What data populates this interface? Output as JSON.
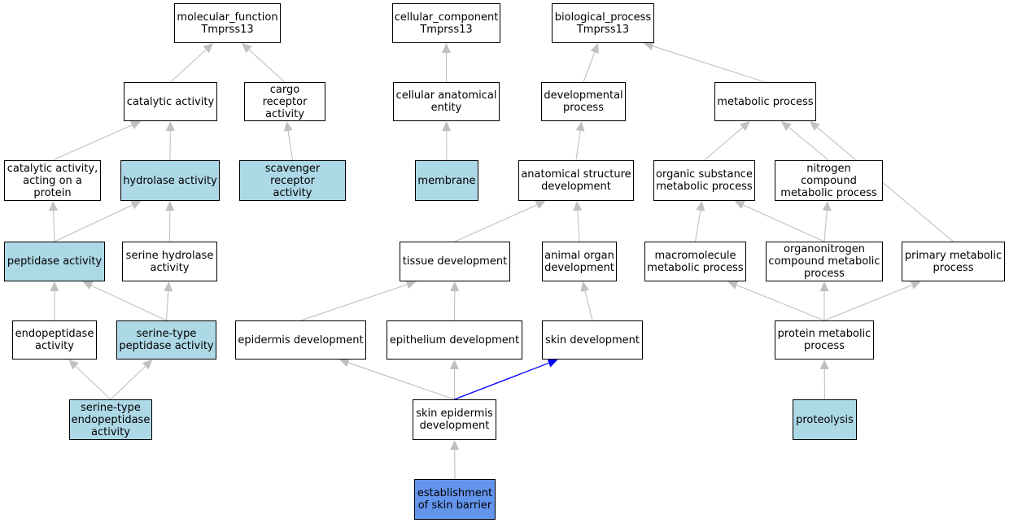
{
  "colors": {
    "annotated_fill": "#add8e6",
    "focus_fill": "#6495ed",
    "edge": "#c0c0c0",
    "highlight_edge": "#0000ff"
  },
  "nodes": [
    {
      "id": "mf",
      "label": "molecular_function\nTmprss13",
      "type": "plain"
    },
    {
      "id": "cc",
      "label": "cellular_component\nTmprss13",
      "type": "plain"
    },
    {
      "id": "bp",
      "label": "biological_process\nTmprss13",
      "type": "plain"
    },
    {
      "id": "cat",
      "label": "catalytic activity",
      "type": "plain"
    },
    {
      "id": "cargo",
      "label": "cargo receptor\nactivity",
      "type": "plain"
    },
    {
      "id": "cae",
      "label": "cellular anatomical\nentity",
      "type": "plain"
    },
    {
      "id": "dev",
      "label": "developmental\nprocess",
      "type": "plain"
    },
    {
      "id": "met",
      "label": "metabolic process",
      "type": "plain"
    },
    {
      "id": "catp",
      "label": "catalytic activity,\nacting on a\nprotein",
      "type": "plain"
    },
    {
      "id": "hyd",
      "label": "hydrolase activity",
      "type": "annotated"
    },
    {
      "id": "scav",
      "label": "scavenger receptor\nactivity",
      "type": "annotated"
    },
    {
      "id": "mem",
      "label": "membrane",
      "type": "annotated"
    },
    {
      "id": "asd",
      "label": "anatomical structure\ndevelopment",
      "type": "plain"
    },
    {
      "id": "osm",
      "label": "organic substance\nmetabolic process",
      "type": "plain"
    },
    {
      "id": "ncm",
      "label": "nitrogen compound\nmetabolic process",
      "type": "plain"
    },
    {
      "id": "pep",
      "label": "peptidase activity",
      "type": "annotated"
    },
    {
      "id": "shyd",
      "label": "serine hydrolase\nactivity",
      "type": "plain"
    },
    {
      "id": "tis",
      "label": "tissue development",
      "type": "plain"
    },
    {
      "id": "aod",
      "label": "animal organ\ndevelopment",
      "type": "plain"
    },
    {
      "id": "mmp",
      "label": "macromolecule\nmetabolic process",
      "type": "plain"
    },
    {
      "id": "onc",
      "label": "organonitrogen\ncompound metabolic\nprocess",
      "type": "plain"
    },
    {
      "id": "pmp",
      "label": "primary metabolic\nprocess",
      "type": "plain"
    },
    {
      "id": "endo",
      "label": "endopeptidase\nactivity",
      "type": "plain"
    },
    {
      "id": "stp",
      "label": "serine-type\npeptidase activity",
      "type": "annotated"
    },
    {
      "id": "epid",
      "label": "epidermis development",
      "type": "plain"
    },
    {
      "id": "epit",
      "label": "epithelium development",
      "type": "plain"
    },
    {
      "id": "skin",
      "label": "skin development",
      "type": "plain"
    },
    {
      "id": "prot",
      "label": "protein metabolic\nprocess",
      "type": "plain"
    },
    {
      "id": "ste",
      "label": "serine-type\nendopeptidase\nactivity",
      "type": "annotated"
    },
    {
      "id": "sed",
      "label": "skin epidermis\ndevelopment",
      "type": "plain"
    },
    {
      "id": "pro",
      "label": "proteolysis",
      "type": "annotated"
    },
    {
      "id": "esb",
      "label": "establishment\nof skin barrier",
      "type": "focus"
    }
  ],
  "edges": [
    {
      "from": "cat",
      "to": "mf"
    },
    {
      "from": "cargo",
      "to": "mf"
    },
    {
      "from": "cae",
      "to": "cc"
    },
    {
      "from": "dev",
      "to": "bp"
    },
    {
      "from": "met",
      "to": "bp"
    },
    {
      "from": "catp",
      "to": "cat"
    },
    {
      "from": "hyd",
      "to": "cat"
    },
    {
      "from": "scav",
      "to": "cargo"
    },
    {
      "from": "mem",
      "to": "cae"
    },
    {
      "from": "asd",
      "to": "dev"
    },
    {
      "from": "osm",
      "to": "met"
    },
    {
      "from": "ncm",
      "to": "met"
    },
    {
      "from": "pmp",
      "to": "met"
    },
    {
      "from": "pep",
      "to": "catp"
    },
    {
      "from": "pep",
      "to": "hyd"
    },
    {
      "from": "shyd",
      "to": "hyd"
    },
    {
      "from": "tis",
      "to": "asd"
    },
    {
      "from": "aod",
      "to": "asd"
    },
    {
      "from": "mmp",
      "to": "osm"
    },
    {
      "from": "onc",
      "to": "osm"
    },
    {
      "from": "onc",
      "to": "ncm"
    },
    {
      "from": "endo",
      "to": "pep"
    },
    {
      "from": "stp",
      "to": "pep"
    },
    {
      "from": "stp",
      "to": "shyd"
    },
    {
      "from": "epid",
      "to": "tis"
    },
    {
      "from": "epit",
      "to": "tis"
    },
    {
      "from": "skin",
      "to": "aod"
    },
    {
      "from": "prot",
      "to": "mmp"
    },
    {
      "from": "prot",
      "to": "onc"
    },
    {
      "from": "prot",
      "to": "pmp"
    },
    {
      "from": "ste",
      "to": "endo"
    },
    {
      "from": "ste",
      "to": "stp"
    },
    {
      "from": "sed",
      "to": "epid"
    },
    {
      "from": "sed",
      "to": "epit"
    },
    {
      "from": "sed",
      "to": "skin",
      "highlight": true
    },
    {
      "from": "pro",
      "to": "prot"
    },
    {
      "from": "esb",
      "to": "sed"
    }
  ]
}
